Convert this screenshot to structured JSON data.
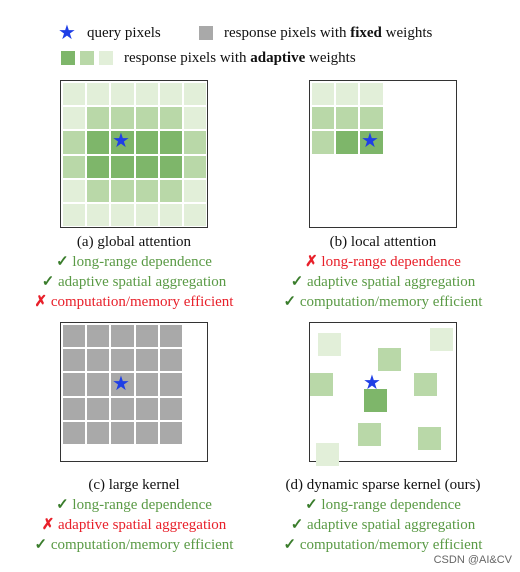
{
  "legend": {
    "query_label": "query pixels",
    "fixed_prefix": "response pixels with ",
    "fixed_bold": "fixed",
    "fixed_suffix": " weights",
    "adaptive_prefix": "response pixels with ",
    "adaptive_bold": "adaptive",
    "adaptive_suffix": " weights",
    "colors": {
      "query": "#1f3fe6",
      "fixed": "#a9a9a9",
      "adaptive_strong": "#7eb66a",
      "adaptive_mid": "#b9d8a8",
      "adaptive_light": "#e2efd9"
    }
  },
  "panels": [
    {
      "id": "a",
      "caption": "(a) global attention",
      "properties": [
        {
          "mark": "✓",
          "text": "long-range dependence",
          "ok": true
        },
        {
          "mark": "✓",
          "text": "adaptive spatial aggregation",
          "ok": true
        },
        {
          "mark": "✗",
          "text": "computation/memory efficient",
          "ok": false
        }
      ]
    },
    {
      "id": "b",
      "caption": "(b) local attention",
      "properties": [
        {
          "mark": "✗",
          "text": "long-range dependence",
          "ok": false
        },
        {
          "mark": "✓",
          "text": "adaptive spatial aggregation",
          "ok": true
        },
        {
          "mark": "✓",
          "text": "computation/memory efficient",
          "ok": true
        }
      ]
    },
    {
      "id": "c",
      "caption": "(c) large kernel",
      "properties": [
        {
          "mark": "✓",
          "text": "long-range dependence",
          "ok": true
        },
        {
          "mark": "✗",
          "text": "adaptive spatial aggregation",
          "ok": false
        },
        {
          "mark": "✓",
          "text": "computation/memory efficient",
          "ok": true
        }
      ]
    },
    {
      "id": "d",
      "caption": "(d) dynamic sparse kernel (ours)",
      "properties": [
        {
          "mark": "✓",
          "text": "long-range dependence",
          "ok": true
        },
        {
          "mark": "✓",
          "text": "adaptive spatial aggregation",
          "ok": true
        },
        {
          "mark": "✓",
          "text": "computation/memory efficient",
          "ok": true
        }
      ]
    }
  ],
  "icons": {
    "query": "star-icon",
    "check": "check-icon",
    "cross": "cross-icon"
  },
  "watermark": "CSDN @AI&CV"
}
